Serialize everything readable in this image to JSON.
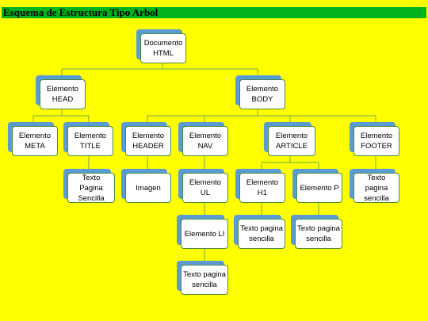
{
  "title": "Esquema de Estructura Tipo Arbol",
  "colors": {
    "background": "#ffff00",
    "title_bar": "#00b31a",
    "node_shadow": "#5b9bd5",
    "node_border": "#4a8c3a",
    "connector": "#6aa84f"
  },
  "nodes": {
    "documento": "Documento\nHTML",
    "head": "Elemento\nHEAD",
    "body": "Elemento\nBODY",
    "meta": "Elemento\nMETA",
    "title": "Elemento\nTITLE",
    "header": "Elemento\nHEADER",
    "nav": "Elemento\nNAV",
    "article": "Elemento\nARTICLE",
    "footer": "Elemento\nFOOTER",
    "texto_title": "Texto Pagina\nSencilla",
    "imagen": "Imagen",
    "ul": "Elemento\nUL",
    "h1": "Elemento\nH1",
    "p": "Elemento P",
    "texto_footer": "Texto pagina\nsencilla",
    "li": "Elemento LI",
    "texto_h1": "Texto pagina\nsencilla",
    "texto_p": "Texto pagina\nsencilla",
    "texto_li": "Texto pagina\nsencilla"
  }
}
